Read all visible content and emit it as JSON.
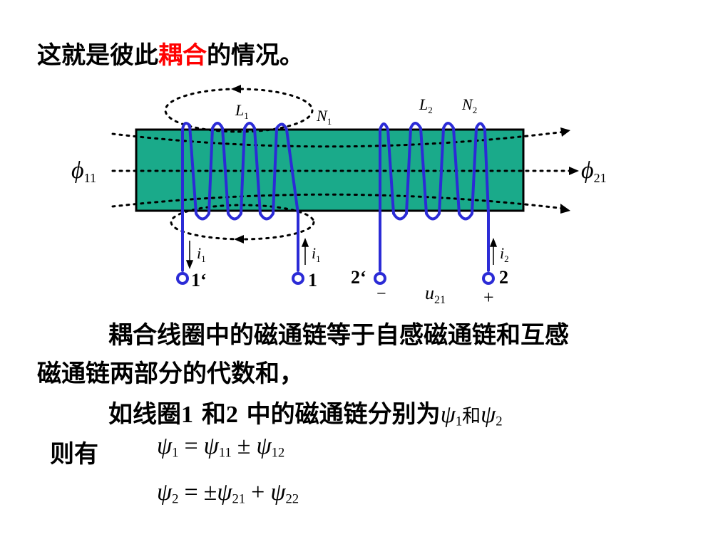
{
  "title": {
    "before": "这就是彼此",
    "highlight": "耦合",
    "after": "的情况。"
  },
  "diagram": {
    "coil1_inductance": "L",
    "coil1_inductance_sub": "1",
    "coil1_turns": "N",
    "coil1_turns_sub": "1",
    "coil2_inductance": "L",
    "coil2_inductance_sub": "2",
    "coil2_turns": "N",
    "coil2_turns_sub": "2",
    "flux_left": "ϕ",
    "flux_left_sub": "11",
    "flux_right": "ϕ",
    "flux_right_sub": "21",
    "current_left_a": "i",
    "current_left_a_sub": "1",
    "current_left_b": "i",
    "current_left_b_sub": "1",
    "current_right": "i",
    "current_right_sub": "2",
    "terminal_1p": "1‘",
    "terminal_1": "1",
    "terminal_2p": "2‘",
    "terminal_2": "2",
    "minus": "−",
    "plus": "+",
    "voltage": "u",
    "voltage_sub": "21",
    "colors": {
      "core": "#1aaa8a",
      "coil": "#2b2bd6",
      "flux": "#000000"
    }
  },
  "paragraph1_line1": "耦合线圈中的磁通链等于自感磁通链和互感",
  "paragraph1_line2": "磁通链两部分的代数和，",
  "paragraph2": {
    "prefix": "如线圈",
    "num1": "1",
    "mid1": " 和",
    "num2": "2",
    "mid2": " 中的磁通链分别为",
    "psi1": "ψ",
    "psi1_sub": "1",
    "and": "和",
    "psi2": "ψ",
    "psi2_sub": "2"
  },
  "then_label": "则有",
  "eq1": {
    "lhs": "ψ",
    "lhs_sub": "1",
    "op1": "=",
    "t1": "ψ",
    "t1_sub": "11",
    "op2": "±",
    "t2": "ψ",
    "t2_sub": "12"
  },
  "eq2": {
    "lhs": "ψ",
    "lhs_sub": "2",
    "op1": "=",
    "op2": "±",
    "t1": "ψ",
    "t1_sub": "21",
    "op3": "+",
    "t2": "ψ",
    "t2_sub": "22"
  }
}
